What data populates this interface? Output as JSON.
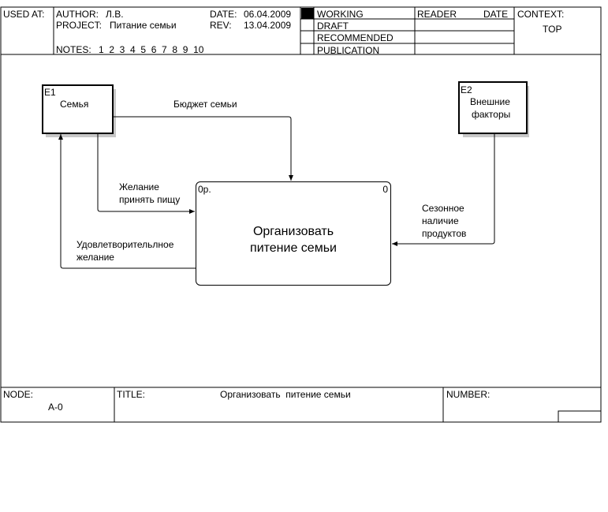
{
  "header": {
    "used_at_label": "USED AT:",
    "author_label": "AUTHOR:",
    "author_value": "Л.В.",
    "project_label": "PROJECT:",
    "project_value": "Питание семьи",
    "date_label": "DATE:",
    "date_value": "06.04.2009",
    "rev_label": "REV:",
    "rev_value": "13.04.2009",
    "notes_label": "NOTES:",
    "notes_numbers": "1  2  3  4  5  6  7  8  9  10",
    "status": [
      "WORKING",
      "DRAFT",
      "RECOMMENDED",
      "PUBLICATION"
    ],
    "reader_label": "READER",
    "date_col_label": "DATE",
    "context_label": "CONTEXT:",
    "context_value": "TOP"
  },
  "diagram": {
    "e1": {
      "id": "E1",
      "label": "Семья"
    },
    "e2": {
      "id": "E2",
      "label_line1": "Внешние",
      "label_line2": "факторы"
    },
    "activity": {
      "ref": "0р.",
      "num": "0",
      "label_line1": "Организовать",
      "label_line2": "питение семьи"
    },
    "arrows": {
      "budget": "Бюджет семьи",
      "desire_line1": "Желание",
      "desire_line2": "принять пищу",
      "satisfied_line1": "Удовлетворительлное",
      "satisfied_line2": "желание",
      "seasonal_line1": "Сезонное",
      "seasonal_line2": "наличие",
      "seasonal_line3": "продуктов"
    }
  },
  "footer": {
    "node_label": "NODE:",
    "node_value": "A-0",
    "title_label": "TITLE:",
    "title_value": "Организовать  питение семьи",
    "number_label": "NUMBER:"
  }
}
